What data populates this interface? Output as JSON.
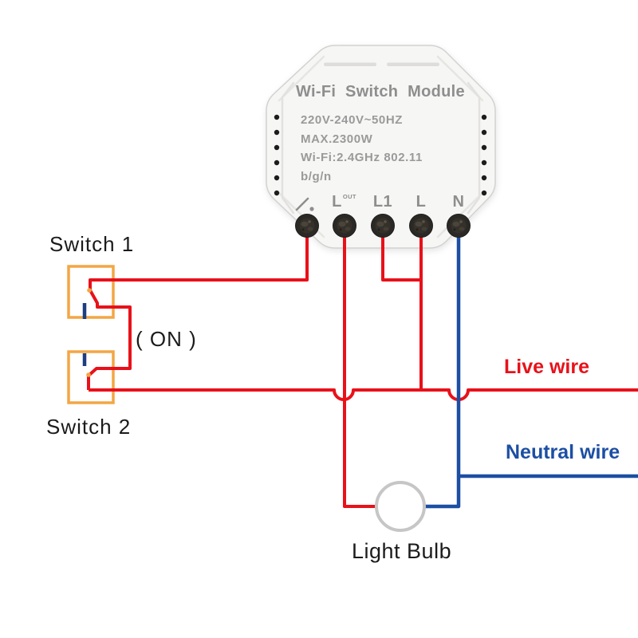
{
  "colors": {
    "live_wire": "#e8111a",
    "neutral_wire": "#1c4fa3",
    "switch_box": "#f3a644",
    "switch_contact": "#1d3e80",
    "bulb_outline": "#c6c6c6",
    "module_text": "#8e8e8e"
  },
  "module": {
    "title": "Wi-Fi Switch Module",
    "specs": [
      "220V-240V~50HZ",
      "MAX.2300W",
      "Wi-Fi:2.4GHz 802.11",
      "b/g/n"
    ],
    "terminals": [
      {
        "id": "switch",
        "icon": "switch-lever-icon",
        "label": "",
        "sup": ""
      },
      {
        "id": "l-out",
        "label": "L",
        "sup": "OUT"
      },
      {
        "id": "l1",
        "label": "L1",
        "sup": ""
      },
      {
        "id": "l",
        "label": "L",
        "sup": ""
      },
      {
        "id": "n",
        "label": "N",
        "sup": ""
      }
    ]
  },
  "labels": {
    "switch1": "Switch 1",
    "switch2": "Switch 2",
    "state": "( ON )",
    "live": "Live wire",
    "neutral": "Neutral wire",
    "bulb": "Light Bulb"
  }
}
